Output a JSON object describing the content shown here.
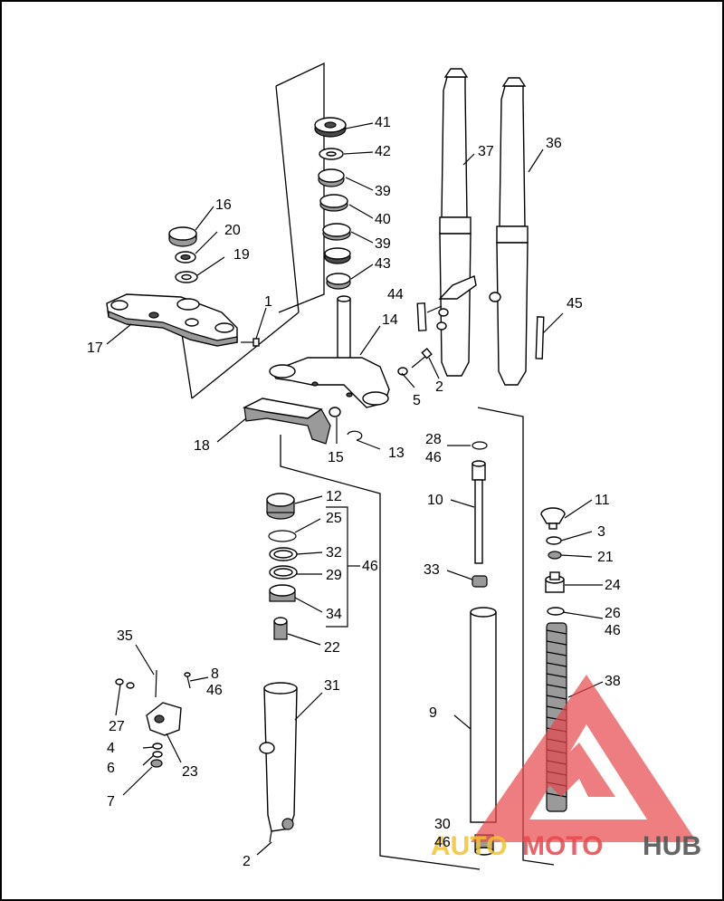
{
  "callouts": {
    "c1": "1",
    "c2a": "2",
    "c2b": "2",
    "c3": "3",
    "c4": "4",
    "c5": "5",
    "c6": "6",
    "c7": "7",
    "c8": "8",
    "c9": "9",
    "c10": "10",
    "c11": "11",
    "c12": "12",
    "c13": "13",
    "c14": "14",
    "c15": "15",
    "c16": "16",
    "c17": "17",
    "c18": "18",
    "c19": "19",
    "c20": "20",
    "c21": "21",
    "c22": "22",
    "c23": "23",
    "c24": "24",
    "c25": "25",
    "c26": "26",
    "c27": "27",
    "c28": "28",
    "c29": "29",
    "c30": "30",
    "c31": "31",
    "c32": "32",
    "c33": "33",
    "c34": "34",
    "c35": "35",
    "c36": "36",
    "c37": "37",
    "c38": "38",
    "c39a": "39",
    "c39b": "39",
    "c40": "40",
    "c41": "41",
    "c42": "42",
    "c43": "43",
    "c44": "44",
    "c45": "45",
    "c46a": "46",
    "c46b": "46",
    "c46c": "46",
    "c46d": "46",
    "c46e": "46"
  },
  "watermark": {
    "part1": "AUTO",
    "part2": "MOTO",
    "part3": "HUB",
    "colors": {
      "triangle": "#e8474c",
      "auto": "#f2c230",
      "moto": "#e8474c",
      "hub": "#555555"
    }
  }
}
